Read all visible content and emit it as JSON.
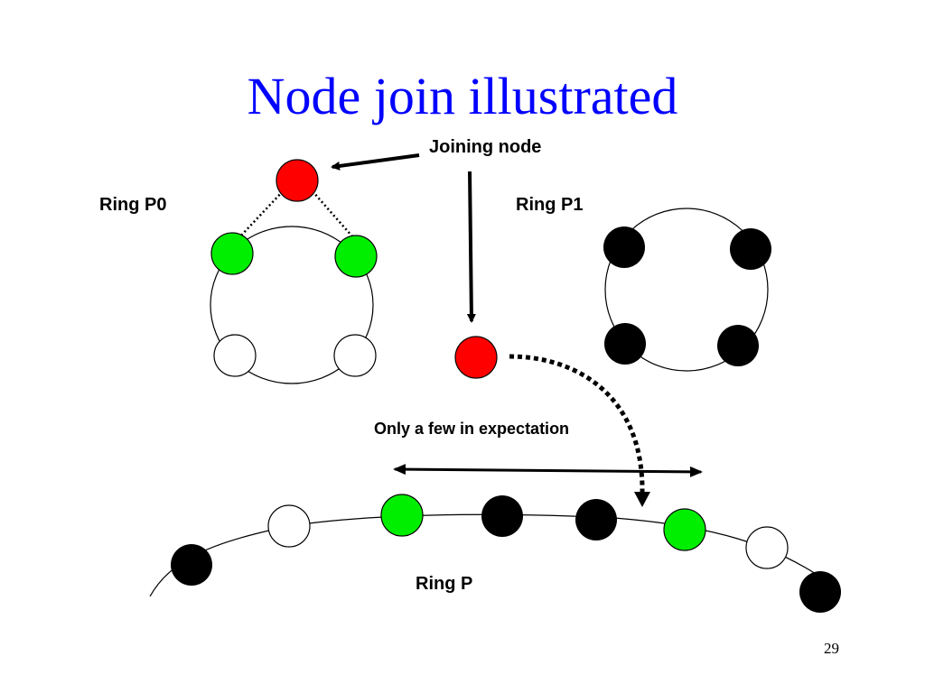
{
  "slide": {
    "title": "Node join illustrated",
    "page_number": "29"
  },
  "labels": {
    "joining_node": "Joining node",
    "ring_p0": "Ring P0",
    "ring_p1": "Ring P1",
    "expectation": "Only a few in expectation",
    "ring_p": "Ring P"
  },
  "colors": {
    "title": "#0000ff",
    "joining": "#ff0000",
    "neighbor": "#00ee00",
    "ring_p1_node": "#000000",
    "empty_node": "#ffffff"
  }
}
